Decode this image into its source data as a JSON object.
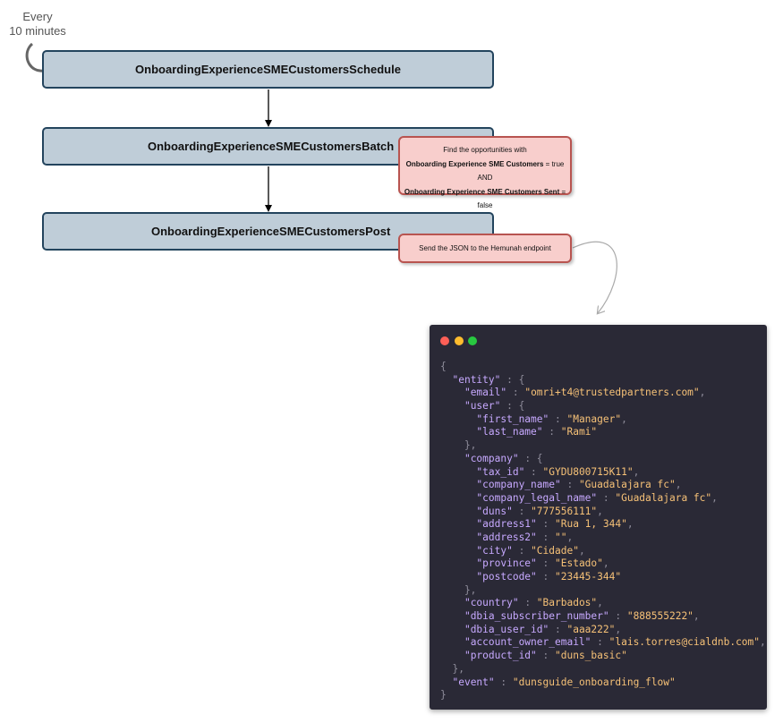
{
  "timer": {
    "line1": "Every",
    "line2": "10 minutes"
  },
  "steps": {
    "schedule": "OnboardingExperienceSMECustomersSchedule",
    "batch": "OnboardingExperienceSMECustomersBatch",
    "post": "OnboardingExperienceSMECustomersPost"
  },
  "notes": {
    "filter": {
      "line1": "Find the opportunities with",
      "line2_bold": "Onboarding Experience SME Customers",
      "line2_rest": " = true",
      "line3": "AND",
      "line4_bold": "Onboarding Experience SME Customers Sent",
      "line4_rest": " = false"
    },
    "send": "Send the JSON to the Hemunah endpoint"
  },
  "colors": {
    "step_fill": "#bfcdd8",
    "step_border": "#23445d",
    "note_fill": "#f8cecc",
    "note_border": "#b85450",
    "code_bg": "#2a2936"
  },
  "json_lines": [
    [
      {
        "t": "p",
        "v": "{"
      }
    ],
    [
      {
        "t": "p",
        "v": "  "
      },
      {
        "t": "k",
        "v": "\"entity\""
      },
      {
        "t": "p",
        "v": " : {"
      }
    ],
    [
      {
        "t": "p",
        "v": "    "
      },
      {
        "t": "k",
        "v": "\"email\""
      },
      {
        "t": "p",
        "v": " : "
      },
      {
        "t": "s",
        "v": "\"omri+t4@trustedpartners.com\""
      },
      {
        "t": "p",
        "v": ","
      }
    ],
    [
      {
        "t": "p",
        "v": "    "
      },
      {
        "t": "k",
        "v": "\"user\""
      },
      {
        "t": "p",
        "v": " : {"
      }
    ],
    [
      {
        "t": "p",
        "v": "      "
      },
      {
        "t": "k",
        "v": "\"first_name\""
      },
      {
        "t": "p",
        "v": " : "
      },
      {
        "t": "s",
        "v": "\"Manager\""
      },
      {
        "t": "p",
        "v": ","
      }
    ],
    [
      {
        "t": "p",
        "v": "      "
      },
      {
        "t": "k",
        "v": "\"last_name\""
      },
      {
        "t": "p",
        "v": " : "
      },
      {
        "t": "s",
        "v": "\"Rami\""
      }
    ],
    [
      {
        "t": "p",
        "v": "    },"
      }
    ],
    [
      {
        "t": "p",
        "v": "    "
      },
      {
        "t": "k",
        "v": "\"company\""
      },
      {
        "t": "p",
        "v": " : {"
      }
    ],
    [
      {
        "t": "p",
        "v": "      "
      },
      {
        "t": "k",
        "v": "\"tax_id\""
      },
      {
        "t": "p",
        "v": " : "
      },
      {
        "t": "s",
        "v": "\"GYDU800715K11\""
      },
      {
        "t": "p",
        "v": ","
      }
    ],
    [
      {
        "t": "p",
        "v": "      "
      },
      {
        "t": "k",
        "v": "\"company_name\""
      },
      {
        "t": "p",
        "v": " : "
      },
      {
        "t": "s",
        "v": "\"Guadalajara fc\""
      },
      {
        "t": "p",
        "v": ","
      }
    ],
    [
      {
        "t": "p",
        "v": "      "
      },
      {
        "t": "k",
        "v": "\"company_legal_name\""
      },
      {
        "t": "p",
        "v": " : "
      },
      {
        "t": "s",
        "v": "\"Guadalajara fc\""
      },
      {
        "t": "p",
        "v": ","
      }
    ],
    [
      {
        "t": "p",
        "v": "      "
      },
      {
        "t": "k",
        "v": "\"duns\""
      },
      {
        "t": "p",
        "v": " : "
      },
      {
        "t": "s",
        "v": "\"777556111\""
      },
      {
        "t": "p",
        "v": ","
      }
    ],
    [
      {
        "t": "p",
        "v": "      "
      },
      {
        "t": "k",
        "v": "\"address1\""
      },
      {
        "t": "p",
        "v": " : "
      },
      {
        "t": "s",
        "v": "\"Rua 1, 344\""
      },
      {
        "t": "p",
        "v": ","
      }
    ],
    [
      {
        "t": "p",
        "v": "      "
      },
      {
        "t": "k",
        "v": "\"address2\""
      },
      {
        "t": "p",
        "v": " : "
      },
      {
        "t": "s",
        "v": "\"\""
      },
      {
        "t": "p",
        "v": ","
      }
    ],
    [
      {
        "t": "p",
        "v": "      "
      },
      {
        "t": "k",
        "v": "\"city\""
      },
      {
        "t": "p",
        "v": " : "
      },
      {
        "t": "s",
        "v": "\"Cidade\""
      },
      {
        "t": "p",
        "v": ","
      }
    ],
    [
      {
        "t": "p",
        "v": "      "
      },
      {
        "t": "k",
        "v": "\"province\""
      },
      {
        "t": "p",
        "v": " : "
      },
      {
        "t": "s",
        "v": "\"Estado\""
      },
      {
        "t": "p",
        "v": ","
      }
    ],
    [
      {
        "t": "p",
        "v": "      "
      },
      {
        "t": "k",
        "v": "\"postcode\""
      },
      {
        "t": "p",
        "v": " : "
      },
      {
        "t": "s",
        "v": "\"23445-344\""
      }
    ],
    [
      {
        "t": "p",
        "v": "    },"
      }
    ],
    [
      {
        "t": "p",
        "v": "    "
      },
      {
        "t": "k",
        "v": "\"country\""
      },
      {
        "t": "p",
        "v": " : "
      },
      {
        "t": "s",
        "v": "\"Barbados\""
      },
      {
        "t": "p",
        "v": ","
      }
    ],
    [
      {
        "t": "p",
        "v": "    "
      },
      {
        "t": "k",
        "v": "\"dbia_subscriber_number\""
      },
      {
        "t": "p",
        "v": " : "
      },
      {
        "t": "s",
        "v": "\"888555222\""
      },
      {
        "t": "p",
        "v": ","
      }
    ],
    [
      {
        "t": "p",
        "v": "    "
      },
      {
        "t": "k",
        "v": "\"dbia_user_id\""
      },
      {
        "t": "p",
        "v": " : "
      },
      {
        "t": "s",
        "v": "\"aaa222\""
      },
      {
        "t": "p",
        "v": ","
      }
    ],
    [
      {
        "t": "p",
        "v": "    "
      },
      {
        "t": "k",
        "v": "\"account_owner_email\""
      },
      {
        "t": "p",
        "v": " : "
      },
      {
        "t": "s",
        "v": "\"lais.torres@cialdnb.com\""
      },
      {
        "t": "p",
        "v": ","
      }
    ],
    [
      {
        "t": "p",
        "v": "    "
      },
      {
        "t": "k",
        "v": "\"product_id\""
      },
      {
        "t": "p",
        "v": " : "
      },
      {
        "t": "s",
        "v": "\"duns_basic\""
      }
    ],
    [
      {
        "t": "p",
        "v": "  },"
      }
    ],
    [
      {
        "t": "p",
        "v": "  "
      },
      {
        "t": "k",
        "v": "\"event\""
      },
      {
        "t": "p",
        "v": " : "
      },
      {
        "t": "s",
        "v": "\"dunsguide_onboarding_flow\""
      }
    ],
    [
      {
        "t": "p",
        "v": "}"
      }
    ]
  ]
}
